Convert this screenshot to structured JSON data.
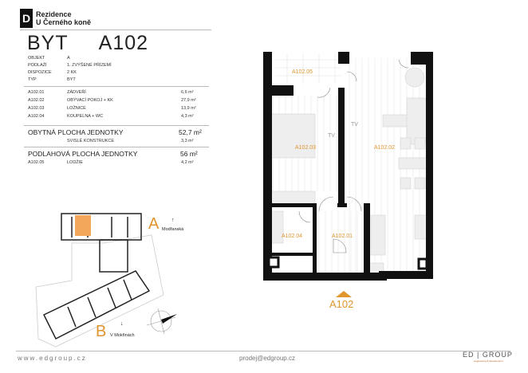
{
  "brand": {
    "logo_letter": "D",
    "name_line1": "Rezidence",
    "name_line2": "U Černého koně"
  },
  "title": "BYT  A102",
  "info": [
    {
      "label": "OBJEKT",
      "value": "A"
    },
    {
      "label": "PODLAŽÍ",
      "value": "1. ZVÝŠENÉ PŘÍZEMÍ"
    },
    {
      "label": "DISPOZICE",
      "value": "2 KK"
    },
    {
      "label": "TYP",
      "value": "BYT"
    }
  ],
  "rooms": [
    {
      "code": "A102.01",
      "name": "ZÁDVEŘÍ",
      "area": "6,6 m²"
    },
    {
      "code": "A102.02",
      "name": "OBÝVACÍ POKOJ + KK",
      "area": "27,9 m²"
    },
    {
      "code": "A102.03",
      "name": "LOŽNICE",
      "area": "13,9 m²"
    },
    {
      "code": "A102.04",
      "name": "KOUPELNA + WC",
      "area": "4,3 m²"
    }
  ],
  "living_area": {
    "label": "OBYTNÁ PLOCHA JEDNOTKY",
    "value": "52,7 m²"
  },
  "structures": {
    "label": "SVISLÉ KONSTRUKCE",
    "value": "3,3 m²"
  },
  "floor_area": {
    "label": "PODLAHOVÁ PLOCHA JEDNOTKY",
    "value": "56 m²"
  },
  "loggia": {
    "code": "A102.05",
    "name": "LODŽIE",
    "area": "4,2 m²"
  },
  "plan": {
    "labels": {
      "r05": "A102.05",
      "r03": "A102.03",
      "r02": "A102.02",
      "r04": "A102.04",
      "r01": "A102.01"
    },
    "tv": "TV",
    "entrance": "A102",
    "accent": "#e0952f"
  },
  "site": {
    "a_letter": "A",
    "a_street": "Modřanská",
    "b_letter": "B",
    "b_street": "V Mokřinách"
  },
  "footer": {
    "website": "www.edgroup.cz",
    "email": "prodej@edgroup.cz",
    "logo": "ED | GROUP",
    "logo_sub": "engineering & development"
  }
}
